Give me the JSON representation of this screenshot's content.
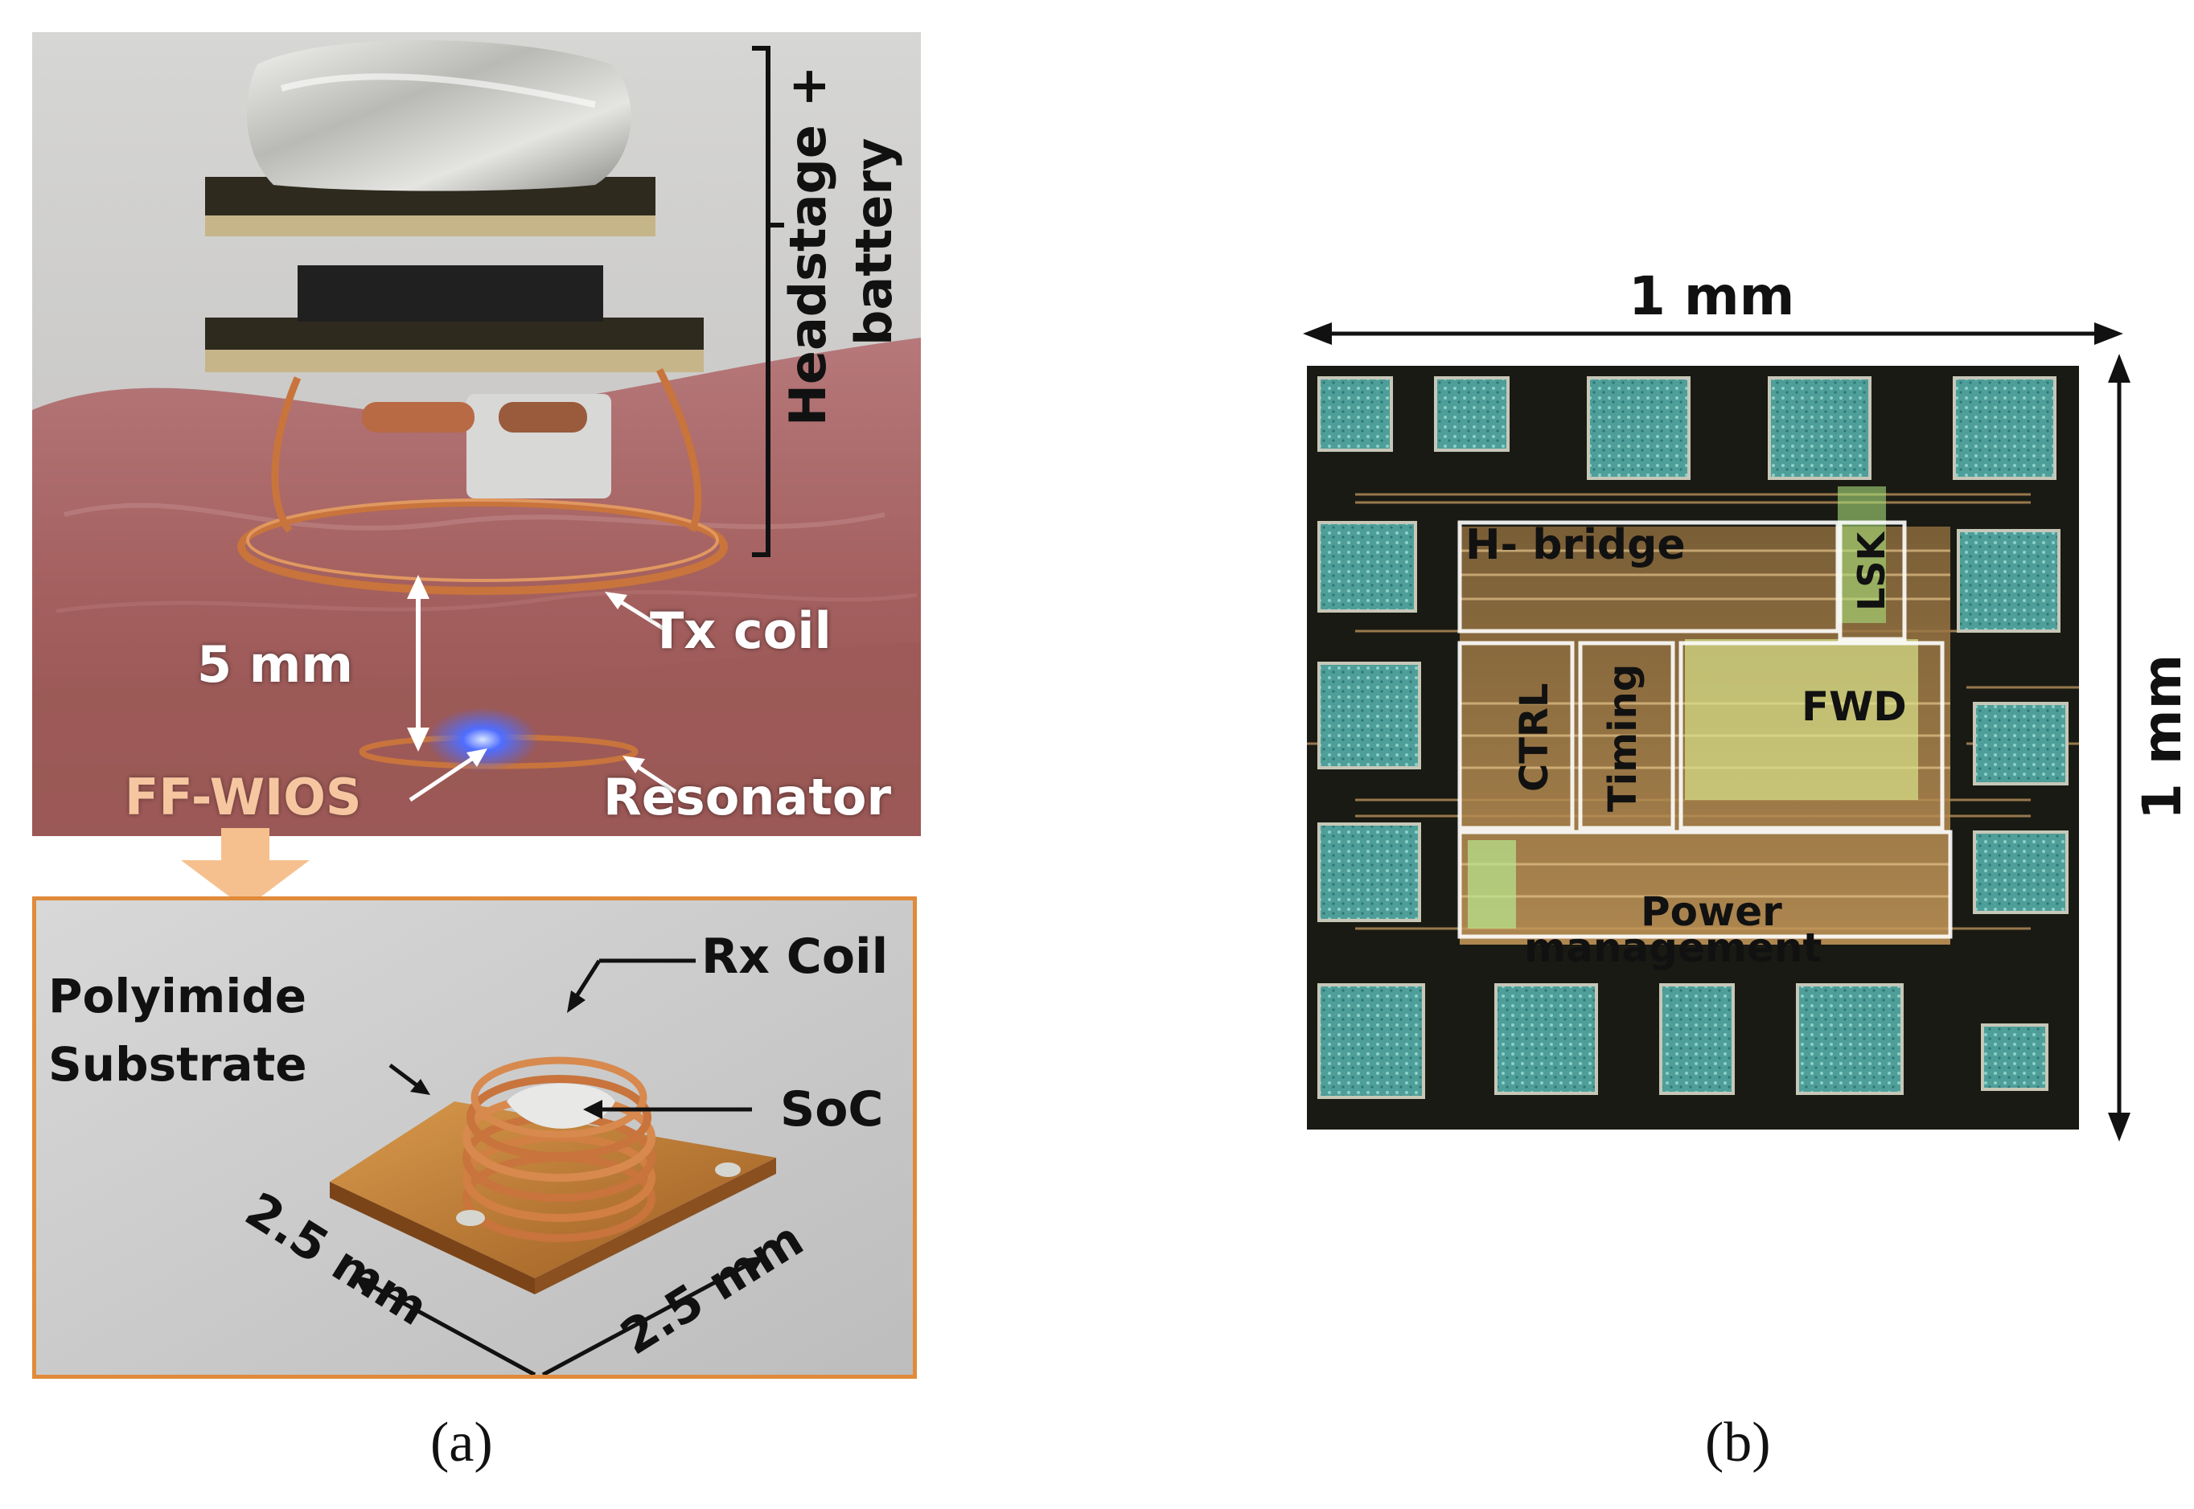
{
  "panel_a": {
    "caption": "(a)",
    "photo_top": {
      "labels": {
        "headstage": "Headstage +",
        "battery": "battery",
        "tx_coil": "Tx coil",
        "distance": "5 mm",
        "device": "FF-WIOS",
        "resonator": "Resonator"
      }
    },
    "photo_bottom": {
      "labels": {
        "rx_coil": "Rx Coil",
        "polyimide_1": "Polyimide",
        "polyimide_2": "Substrate",
        "soc": "SoC",
        "dim_left": "2.5 mm",
        "dim_right": "2.5 mm"
      }
    }
  },
  "panel_b": {
    "caption": "(b)",
    "width_label": "1 mm",
    "height_label": "1 mm",
    "blocks": {
      "h_bridge": "H- bridge",
      "lsk": "LSK",
      "ctrl": "CTRL",
      "timing": "Timing",
      "fwd": "FWD",
      "power_1": "Power",
      "power_2": "management"
    }
  },
  "colors": {
    "tissue": "#a8686a",
    "copper": "#c8743c",
    "panel_border": "#e08a3a",
    "chip_bg": "#1a1a14",
    "pad": "#4e9e9a",
    "arrow_fill": "#f6c08e"
  }
}
